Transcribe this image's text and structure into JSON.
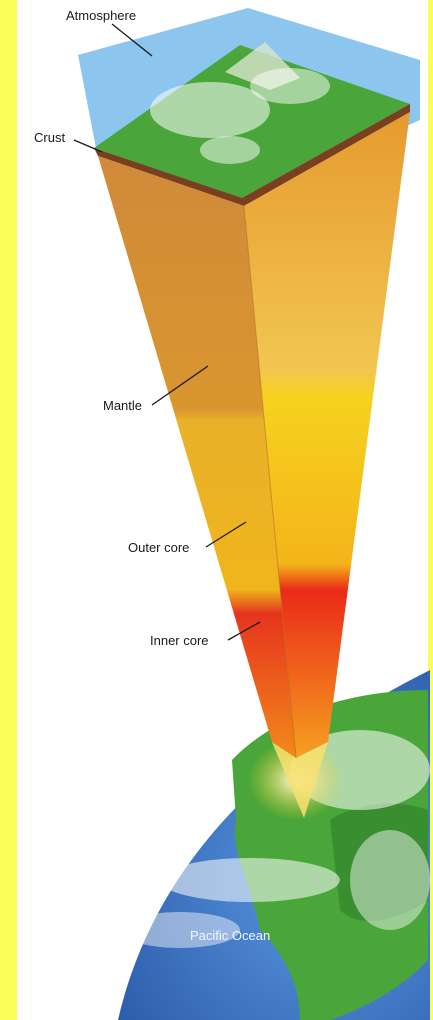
{
  "labels": {
    "atmosphere": "Atmosphere",
    "crust": "Crust",
    "mantle": "Mantle",
    "outer_core": "Outer core",
    "inner_core": "Inner core",
    "pacific_ocean": "Pacific Ocean"
  },
  "colors": {
    "page_border": "#fdfd5a",
    "ocean": "#3f7ed0",
    "land": "#4aa63a",
    "atmosphere": "#8cc6ee",
    "crust": "#7a3f1f",
    "mantle": "#d98a2a",
    "outer_core": "#f2c21a",
    "inner_core": "#e8221a"
  }
}
